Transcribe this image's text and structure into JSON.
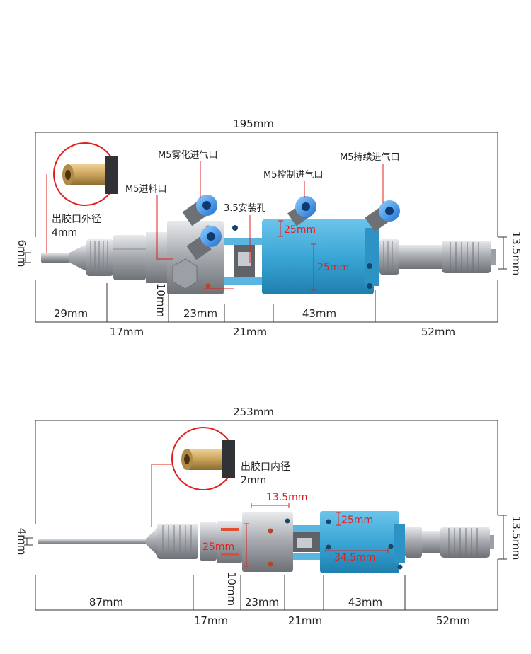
{
  "diagram1": {
    "total_length": "195mm",
    "callouts": {
      "atomize_inlet": "M5雾化进气口",
      "control_inlet": "M5控制进气口",
      "continuous_inlet": "M5持续进气口",
      "feed_inlet": "M5进料口",
      "mount_hole": "3.5安装孔",
      "outlet_od_label": "出胶口外径",
      "outlet_od_value": "4mm"
    },
    "dims": {
      "tip_diameter": "6mm",
      "right_height": "13.5mm",
      "block_top": "25mm",
      "block_height": "25mm",
      "thickness": "10mm",
      "seg_29": "29mm",
      "seg_17": "17mm",
      "seg_23": "23mm",
      "seg_21": "21mm",
      "seg_43": "43mm",
      "seg_52": "52mm"
    }
  },
  "diagram2": {
    "total_length": "253mm",
    "callouts": {
      "outlet_id_label": "出胶口内径",
      "outlet_id_value": "2mm"
    },
    "dims": {
      "tip_diameter": "4mm",
      "right_height": "13.5mm",
      "block_width": "13.5mm",
      "block_top": "25mm",
      "block_left_height": "25mm",
      "block_length": "34.5mm",
      "thickness": "10mm",
      "seg_87": "87mm",
      "seg_17": "17mm",
      "seg_23": "23mm",
      "seg_21": "21mm",
      "seg_43": "43mm",
      "seg_52": "52mm"
    }
  },
  "colors": {
    "block_blue": "#3aa6d6",
    "steel": "#b8bcc0",
    "brass": "#c9a25a",
    "fitting_blue": "#2f8fe0",
    "dimension_red": "#e02020"
  }
}
